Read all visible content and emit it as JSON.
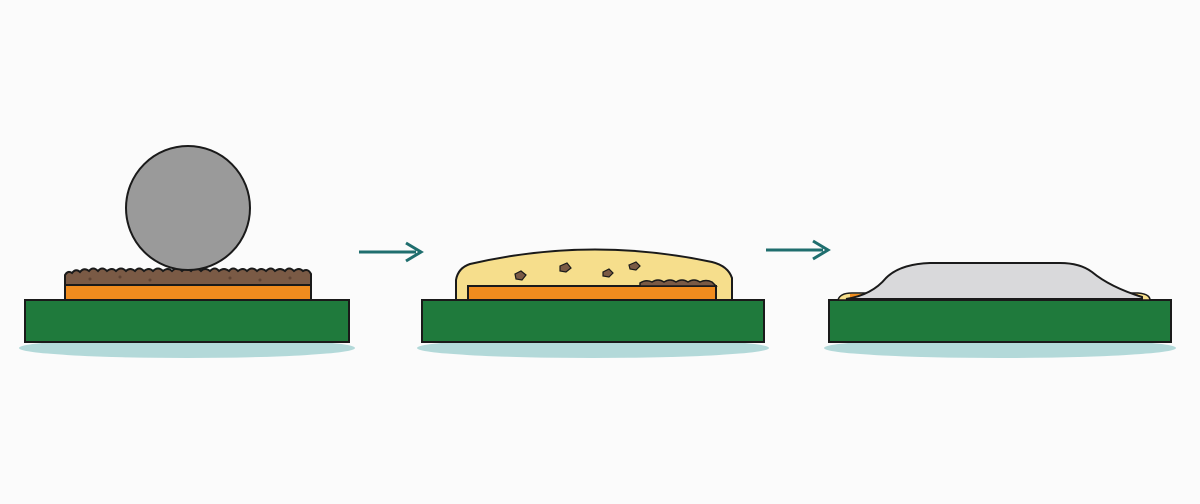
{
  "diagram": {
    "stages": [
      {
        "id": "stage-1",
        "description_visible_text": ""
      },
      {
        "id": "stage-2",
        "description_visible_text": ""
      },
      {
        "id": "stage-3",
        "description_visible_text": ""
      }
    ],
    "arrows": 2,
    "colors": {
      "background": "#fbfbfb",
      "board": "#1f7a3c",
      "pad": "#f08c1e",
      "ball": "#9a9a9a",
      "paste": "#7a5a45",
      "flux": "#f6de8c",
      "joint": "#d9d9db",
      "shadow": "#b3d9d9",
      "arrow": "#1f6e6e",
      "outline": "#1a1a1a"
    }
  }
}
